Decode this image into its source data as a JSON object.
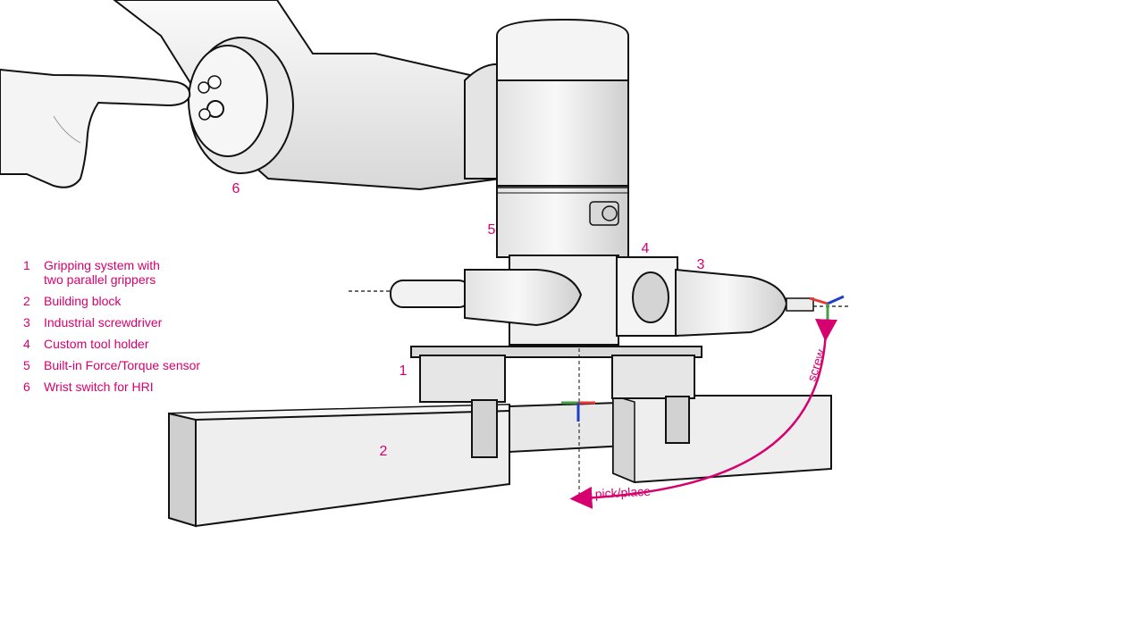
{
  "colors": {
    "accent": "#d6006f",
    "outline": "#111111",
    "fill_light": "#f3f3f3",
    "fill_mid": "#dcdcdc",
    "fill_dark": "#bdbdbd",
    "axis_red": "#e53935",
    "axis_green": "#43a047",
    "axis_blue": "#1e40c8"
  },
  "legend": [
    {
      "num": "1",
      "text": "Gripping system with\ntwo parallel grippers"
    },
    {
      "num": "2",
      "text": "Building block"
    },
    {
      "num": "3",
      "text": "Industrial screwdriver"
    },
    {
      "num": "4",
      "text": "Custom tool holder"
    },
    {
      "num": "5",
      "text": "Built-in Force/Torque sensor"
    },
    {
      "num": "6",
      "text": "Wrist switch for HRI"
    }
  ],
  "callouts": {
    "n1": "1",
    "n2": "2",
    "n3": "3",
    "n4": "4",
    "n5": "5",
    "n6": "6"
  },
  "motions": {
    "screw": "screw",
    "pick_place": "pick/place"
  },
  "icons": [
    "pointing-hand-icon",
    "wrist-switch-icon",
    "coordinate-frame-icon"
  ]
}
